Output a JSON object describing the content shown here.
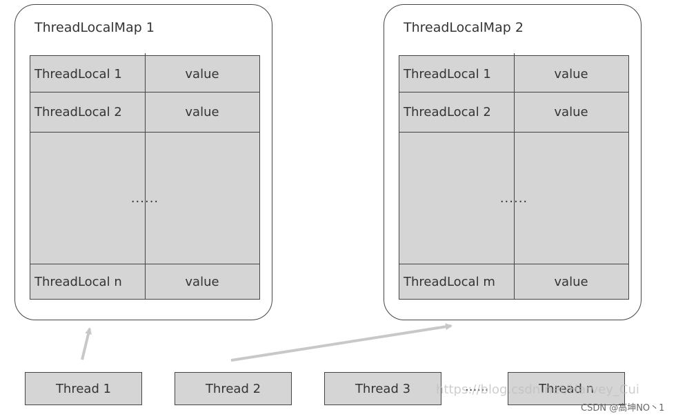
{
  "maps": [
    {
      "title": "ThreadLocalMap 1",
      "rows": [
        {
          "key": "ThreadLocal 1",
          "value": "value"
        },
        {
          "key": "ThreadLocal 2",
          "value": "value"
        }
      ],
      "ellipsis": "......",
      "last_row": {
        "key": "ThreadLocal n",
        "value": "value"
      }
    },
    {
      "title": "ThreadLocalMap 2",
      "rows": [
        {
          "key": "ThreadLocal 1",
          "value": "value"
        },
        {
          "key": "ThreadLocal 2",
          "value": "value"
        }
      ],
      "ellipsis": "......",
      "last_row": {
        "key": "ThreadLocal m",
        "value": "value"
      }
    }
  ],
  "threads": [
    "Thread 1",
    "Thread 2",
    "Thread 3",
    "Thread n"
  ],
  "threads_ellipsis": "......",
  "watermark": "https://blog.csdn.net/Harvey_Cui",
  "credit": "CSDN @高坤NO丶1",
  "colors": {
    "cell_fill": "#d5d5d5",
    "border": "#444444",
    "arrow": "#c8c8c8"
  }
}
